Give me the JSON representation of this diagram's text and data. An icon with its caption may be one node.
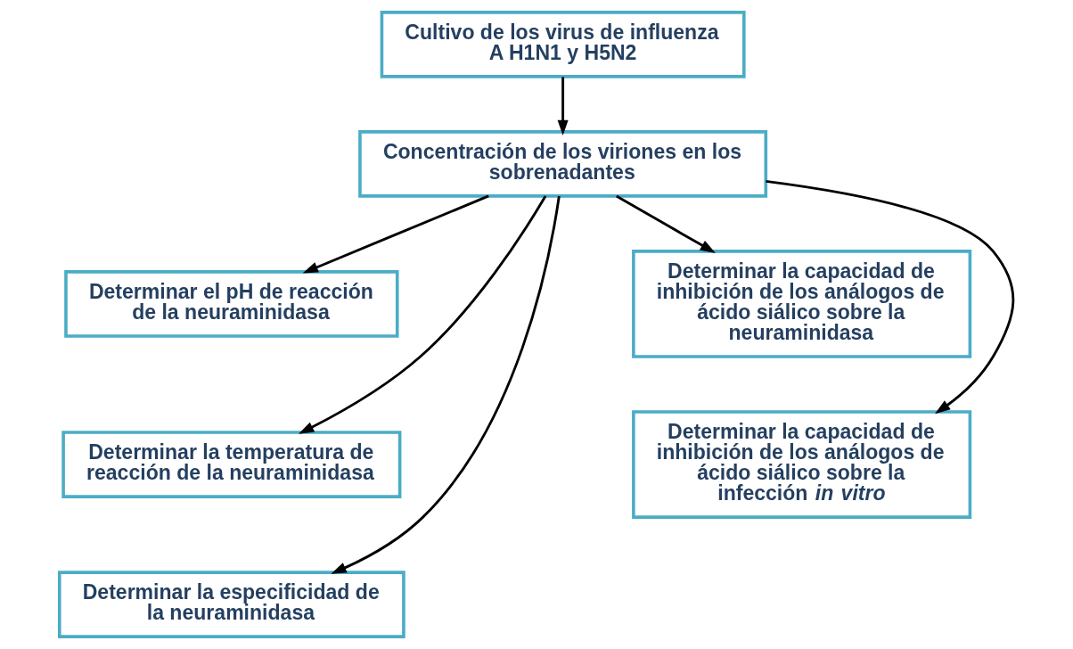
{
  "diagram": {
    "nodes": [
      {
        "text": [
          "Cultivo de los virus de influenza A H1N1 y H5N2"
        ]
      },
      {
        "text": [
          "Concentración de los viriones en los sobrenadantes"
        ]
      },
      {
        "text": [
          "Determinar el pH de reacción de la neuraminidasa"
        ]
      },
      {
        "text": [
          "Determinar la temperatura de reacción de la neuraminidasa"
        ]
      },
      {
        "text": [
          "Determinar la especificidad de la neuraminidasa"
        ]
      },
      {
        "text": [
          "Determinar la capacidad de inhibición de los análogos de ácido siálico sobre la neuraminidasa"
        ]
      },
      {
        "text": [
          "Determinar la capacidad de inhibición de los análogos de ácido siálico sobre la infección *in vitro*"
        ]
      }
    ],
    "edges": [
      {
        "from": 0,
        "to": 1,
        "arrow": "to"
      },
      {
        "from": 1,
        "to": 2,
        "arrow": "to"
      },
      {
        "from": 1,
        "to": 3,
        "arrow": "to"
      },
      {
        "from": 1,
        "to": 4,
        "arrow": "to"
      },
      {
        "from": 1,
        "to": 5,
        "arrow": "to"
      },
      {
        "from": 1,
        "to": 6,
        "arrow": "to"
      }
    ]
  }
}
